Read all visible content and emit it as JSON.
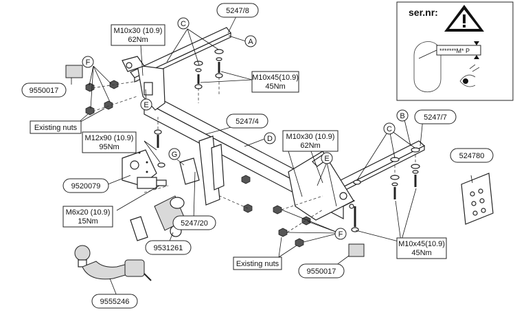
{
  "parts": {
    "p5247_8": "5247/8",
    "p5247_4": "5247/4",
    "p5247_7": "5247/7",
    "p5247_20": "5247/20",
    "p9550017_left": "9550017",
    "p9550017_right": "9550017",
    "p9520079": "9520079",
    "p9531261": "9531261",
    "p9555246": "9555246",
    "p524780": "524780"
  },
  "torque_labels": {
    "top_left_spec": "M10x30 (10.9)",
    "top_left_torque": "62Nm",
    "mid_top_spec": "M10x45(10.9)",
    "mid_top_torque": "45Nm",
    "m12_spec": "M12x90 (10.9)",
    "m12_torque": "95Nm",
    "right_m10x30_spec": "M10x30 (10.9)",
    "right_m10x30_torque": "62Nm",
    "m6_spec": "M6x20 (10.9)",
    "m6_torque": "15Nm",
    "bottom_right_spec": "M10x45(10.9)",
    "bottom_right_torque": "45Nm"
  },
  "notes": {
    "existing_nuts_left": "Existing nuts",
    "existing_nuts_right": "Existing nuts"
  },
  "letters": {
    "A": "A",
    "B": "B",
    "C_left": "C",
    "C_right": "C",
    "D": "D",
    "E_left": "E",
    "E_right": "E",
    "F_left": "F",
    "F_right": "F",
    "G": "G"
  },
  "serial_box": {
    "title": "ser.nr:",
    "code": "*******M* P"
  }
}
